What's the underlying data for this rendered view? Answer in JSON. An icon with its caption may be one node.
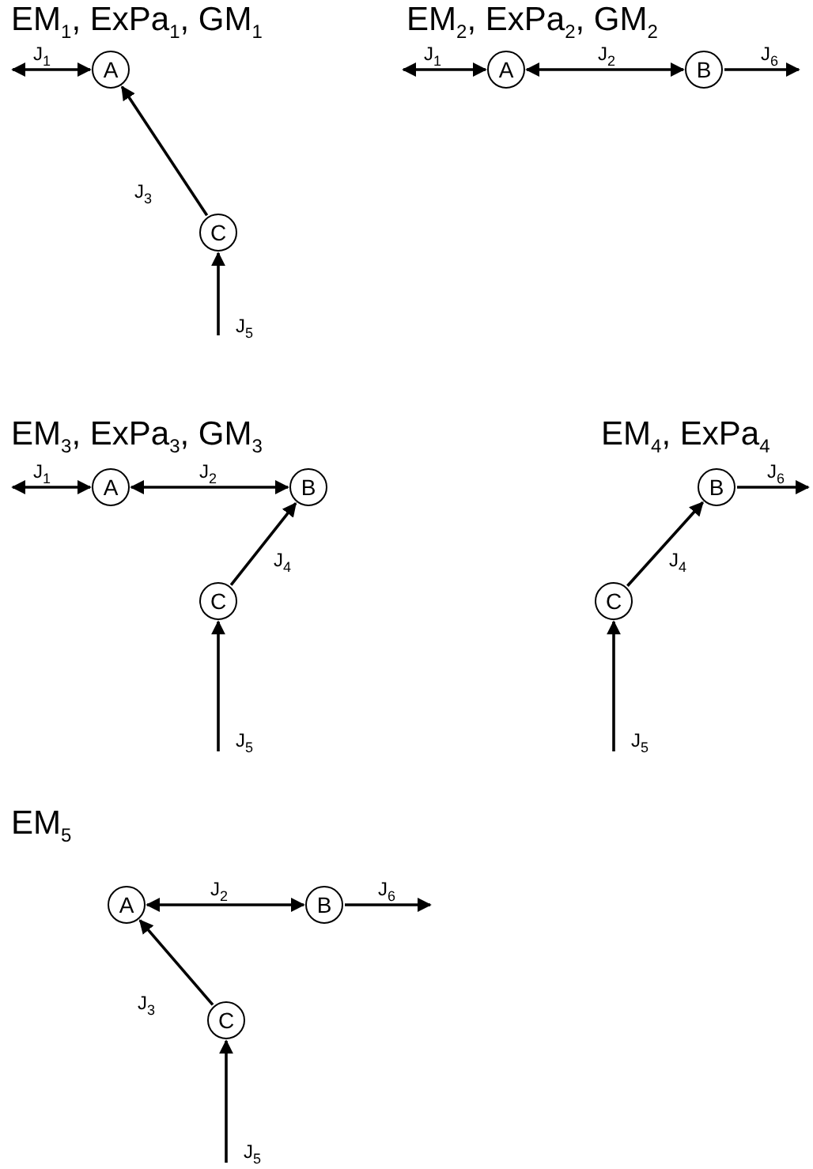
{
  "diagram": {
    "nodes": [
      {
        "text": [
          "A"
        ]
      },
      {
        "text": [
          "C"
        ]
      },
      {
        "text": [
          "A"
        ]
      },
      {
        "text": [
          "B"
        ]
      },
      {
        "text": [
          "A"
        ]
      },
      {
        "text": [
          "B"
        ]
      },
      {
        "text": [
          "C"
        ]
      },
      {
        "text": [
          "B"
        ]
      },
      {
        "text": [
          "C"
        ]
      },
      {
        "text": [
          "A"
        ]
      },
      {
        "text": [
          "B"
        ]
      },
      {
        "text": [
          "C"
        ]
      }
    ],
    "edges": [
      {
        "from": null,
        "to": 0,
        "arrow": "both",
        "label": "J$_{1}$"
      },
      {
        "from": 1,
        "to": 0,
        "arrow": "to",
        "label": "J$_{3}$"
      },
      {
        "from": null,
        "to": 1,
        "arrow": "to",
        "label": "J$_{5}$"
      },
      {
        "from": null,
        "to": 2,
        "arrow": "both",
        "label": "J$_{1}$"
      },
      {
        "from": 2,
        "to": 3,
        "arrow": "both",
        "label": "J$_{2}$"
      },
      {
        "from": 3,
        "to": null,
        "arrow": "to",
        "label": "J$_{6}$"
      },
      {
        "from": null,
        "to": 4,
        "arrow": "both",
        "label": "J$_{1}$"
      },
      {
        "from": 4,
        "to": 5,
        "arrow": "both",
        "label": "J$_{2}$"
      },
      {
        "from": 6,
        "to": 5,
        "arrow": "to",
        "label": "J$_{4}$"
      },
      {
        "from": null,
        "to": 6,
        "arrow": "to",
        "label": "J$_{5}$"
      },
      {
        "from": 7,
        "to": null,
        "arrow": "to",
        "label": "J$_{6}$"
      },
      {
        "from": 8,
        "to": 7,
        "arrow": "to",
        "label": "J$_{4}$"
      },
      {
        "from": null,
        "to": 8,
        "arrow": "to",
        "label": "J$_{5}$"
      },
      {
        "from": 9,
        "to": 10,
        "arrow": "both",
        "label": "J$_{2}$"
      },
      {
        "from": 10,
        "to": null,
        "arrow": "to",
        "label": "J$_{6}$"
      },
      {
        "from": 11,
        "to": 9,
        "arrow": "to",
        "label": "J$_{3}$"
      },
      {
        "from": null,
        "to": 11,
        "arrow": "to",
        "label": "J$_{5}$"
      }
    ],
    "labels": [
      "EM$_{1}$, ExPa$_{1}$, GM$_{1}$",
      "EM$_{2}$, ExPa$_{2}$, GM$_{2}$",
      "EM$_{3}$, ExPa$_{3}$, GM$_{3}$",
      "EM$_{4}$, ExPa$_{4}$",
      "EM$_{5}$"
    ]
  }
}
